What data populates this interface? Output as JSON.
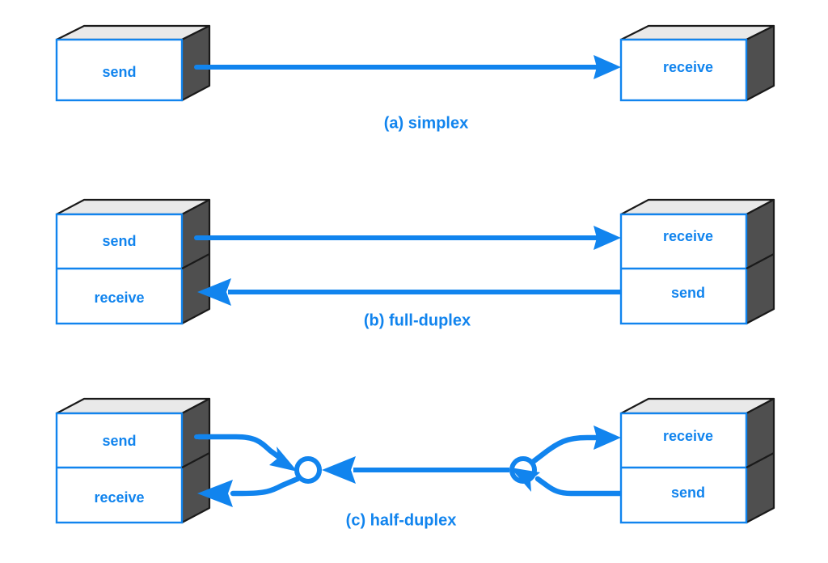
{
  "page": {
    "title": "Transmission modes diagram",
    "background": "#ffffff",
    "accent_color": "#1184ee",
    "box_top_color": "#e9e9e9",
    "box_side_color": "#4f4f4f",
    "box_outline_color": "#1a1a1a"
  },
  "sections": [
    {
      "id": "simplex",
      "caption": "(a)  simplex",
      "left_box": {
        "compartments": [
          "send"
        ]
      },
      "right_box": {
        "compartments": [
          "receive"
        ]
      },
      "links": [
        {
          "from": "send",
          "to": "receive",
          "direction": "left-to-right"
        }
      ]
    },
    {
      "id": "full-duplex",
      "caption": "(b)  full-duplex",
      "left_box": {
        "compartments": [
          "send",
          "receive"
        ]
      },
      "right_box": {
        "compartments": [
          "receive",
          "send"
        ]
      },
      "links": [
        {
          "from": "send",
          "to": "receive",
          "direction": "left-to-right"
        },
        {
          "from": "send",
          "to": "receive",
          "direction": "right-to-left"
        }
      ]
    },
    {
      "id": "half-duplex",
      "caption": "(c)  half-duplex",
      "left_box": {
        "compartments": [
          "send",
          "receive"
        ]
      },
      "right_box": {
        "compartments": [
          "receive",
          "send"
        ]
      },
      "junctions": [
        "left-shared-node",
        "right-shared-node"
      ],
      "links": [
        {
          "from": "send",
          "to": "left-shared-node",
          "direction": "left-to-right"
        },
        {
          "from": "left-shared-node",
          "to": "receive",
          "direction": "right-to-left"
        },
        {
          "from": "right-shared-node",
          "to": "left-shared-node",
          "direction": "right-to-left"
        },
        {
          "from": "right-shared-node",
          "to": "receive",
          "direction": "left-to-right"
        },
        {
          "from": "send",
          "to": "right-shared-node",
          "direction": "right-to-left"
        }
      ]
    }
  ],
  "labels": {
    "send": "send",
    "receive": "receive",
    "caption_a": "(a)  simplex",
    "caption_b": "(b)  full-duplex",
    "caption_c": "(c)  half-duplex"
  }
}
